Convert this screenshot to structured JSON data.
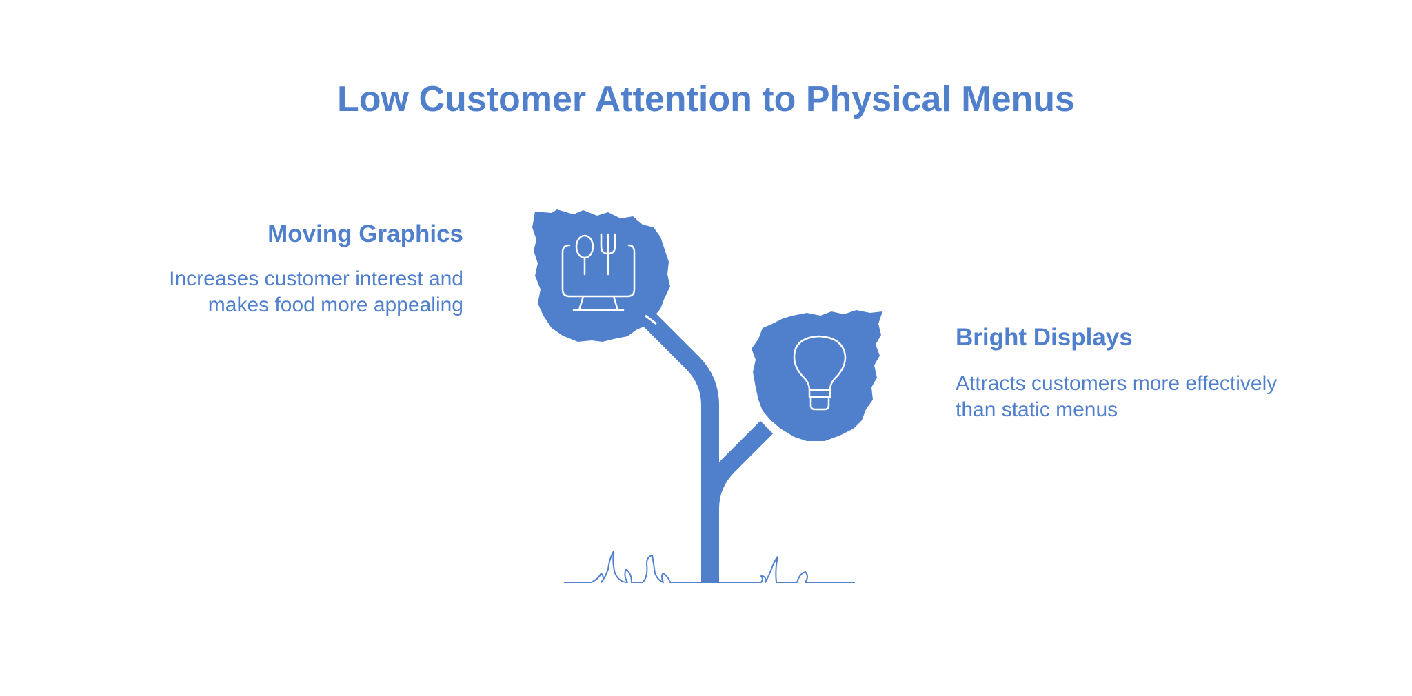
{
  "title": "Low Customer Attention to Physical Menus",
  "branches": [
    {
      "heading": "Moving Graphics",
      "description_lines": [
        "Increases customer interest and",
        "makes food more appealing"
      ],
      "icon": "monitor-utensils-icon"
    },
    {
      "heading": "Bright Displays",
      "description_lines": [
        "Attracts customers more effectively",
        "than static menus"
      ],
      "icon": "lightbulb-icon"
    }
  ],
  "colors": {
    "accent": "#5080cc",
    "background": "#ffffff",
    "icon_stroke": "#ffffff"
  }
}
